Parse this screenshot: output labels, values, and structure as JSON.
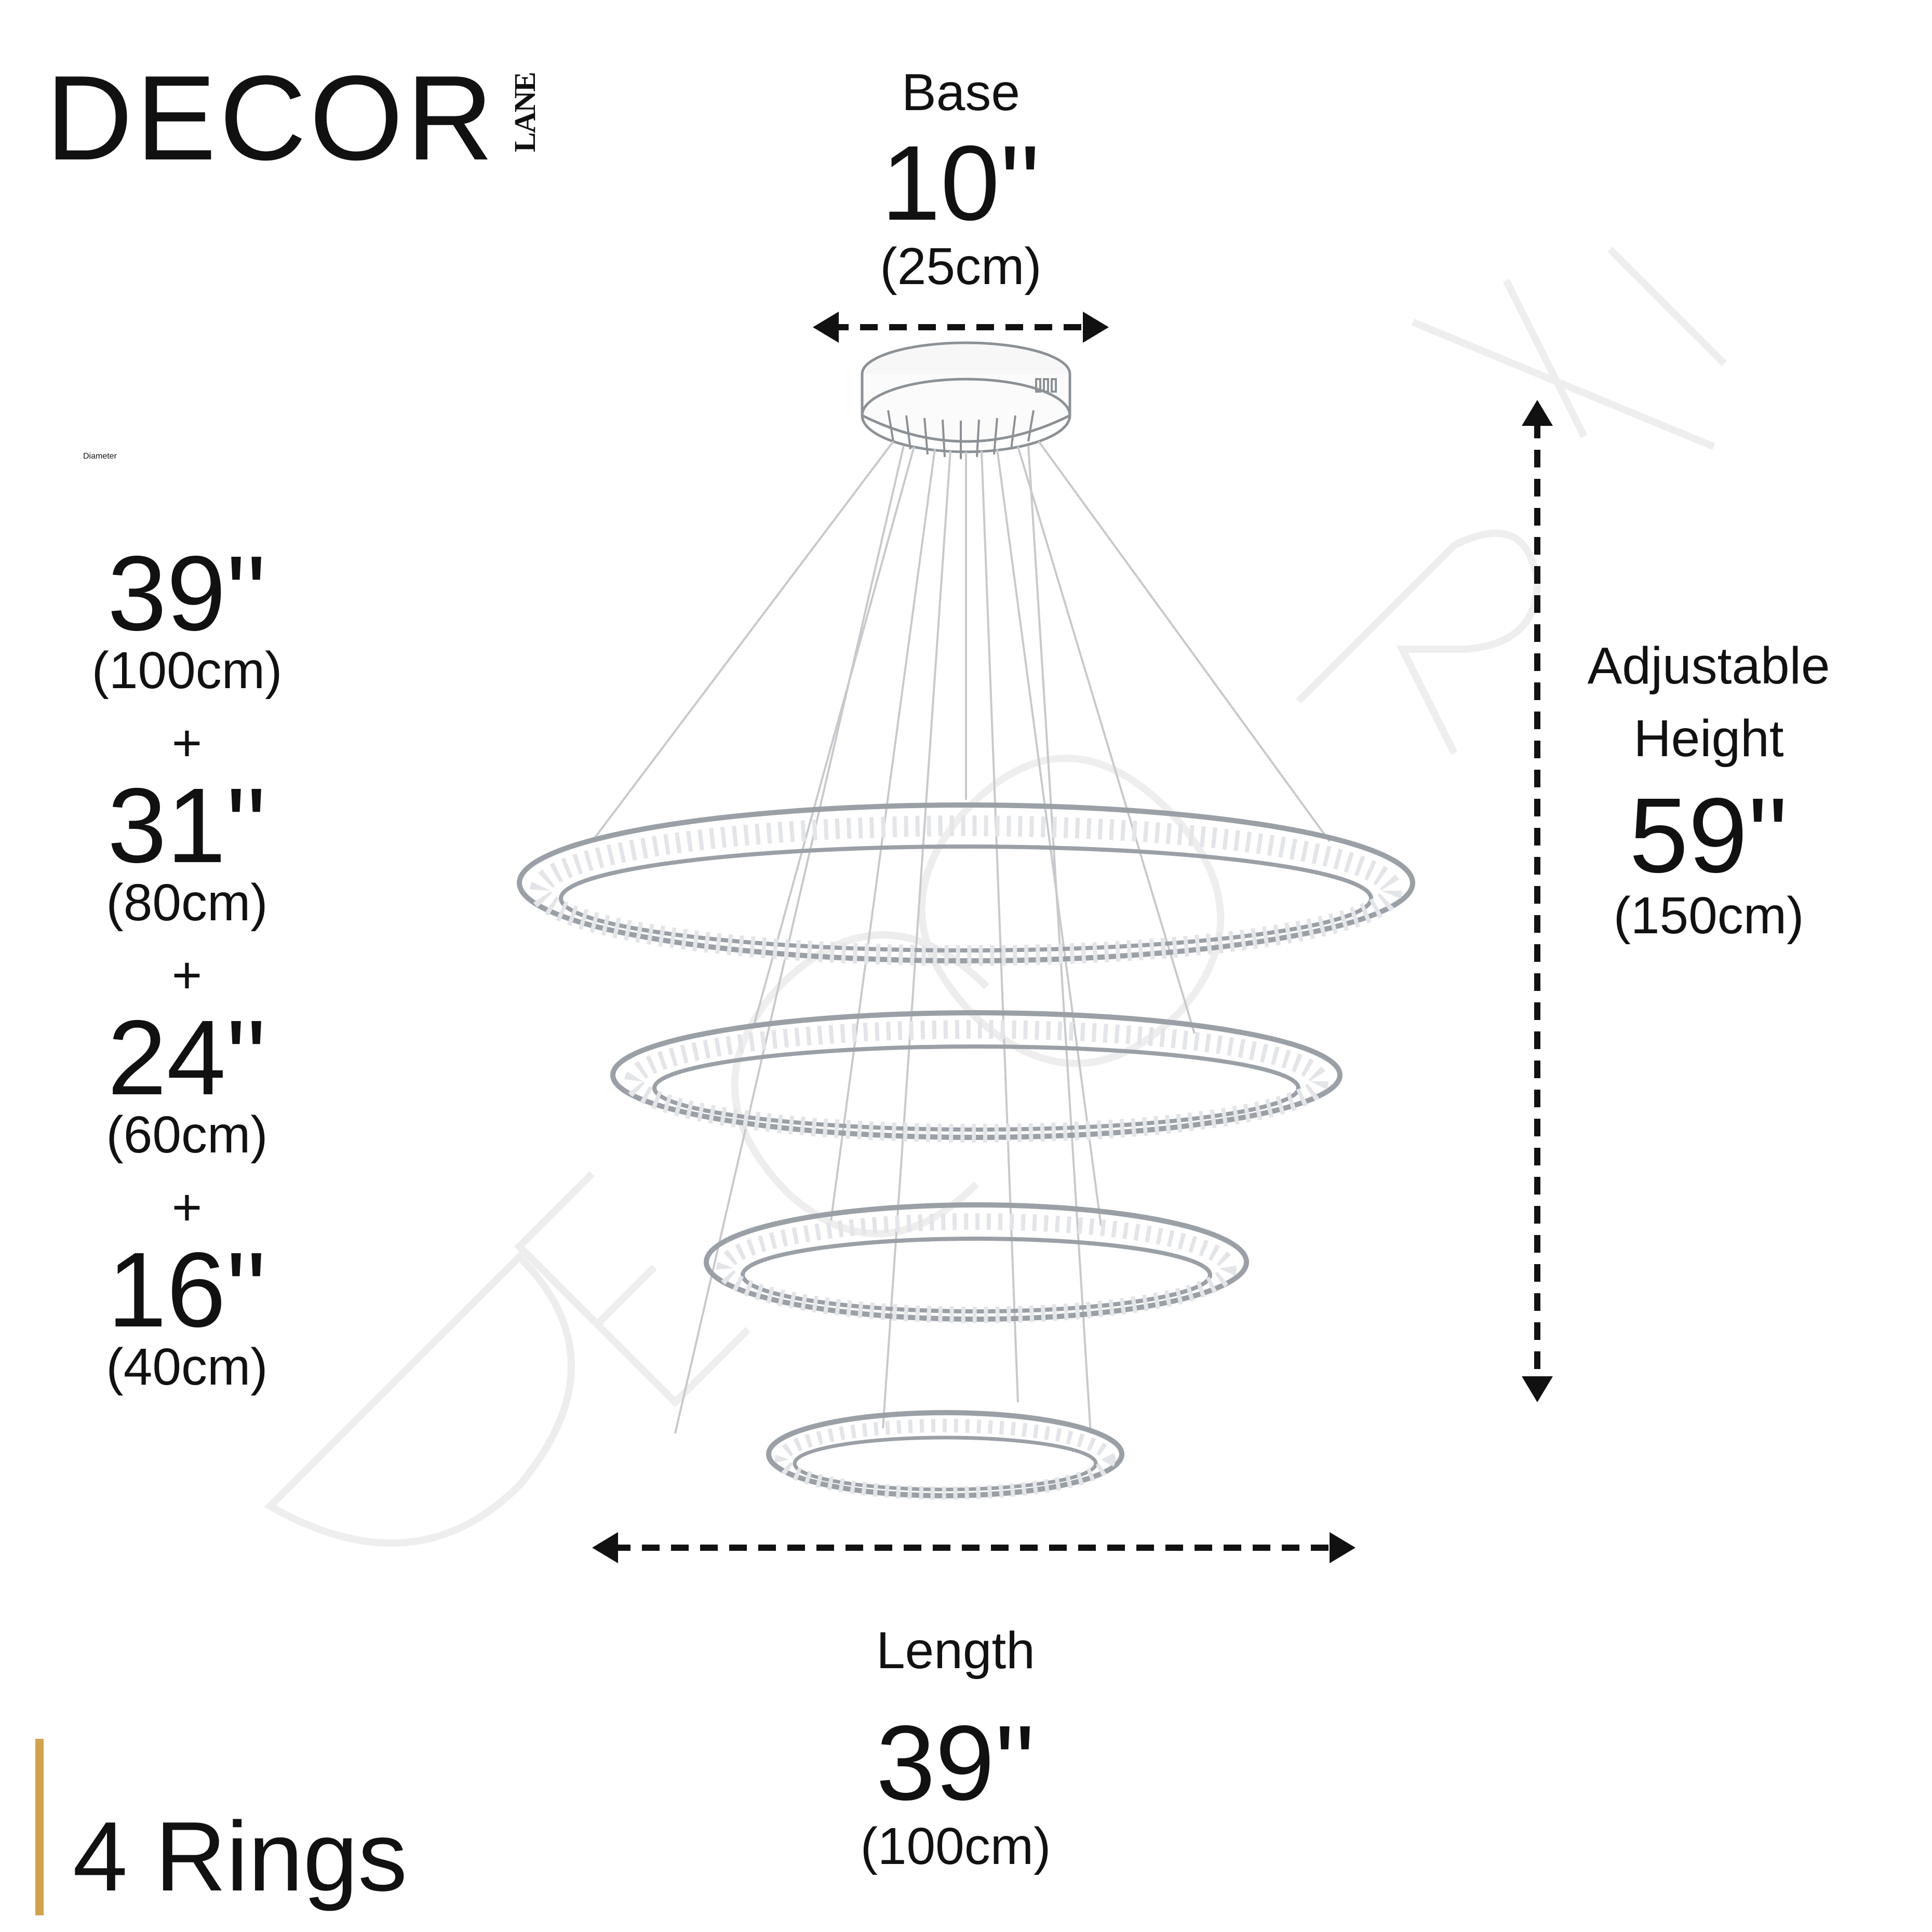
{
  "brand": {
    "name": "DECOR",
    "sub": "LANE"
  },
  "colors": {
    "accent": "#d4a24a",
    "text": "#111111",
    "ring": "#9aa0a6",
    "wire": "#c7c9cc",
    "watermark": "#ececec"
  },
  "base": {
    "label": "Base",
    "imperial": "10''",
    "metric": "(25cm)"
  },
  "diameter": {
    "label": "Diameter",
    "items": [
      {
        "imperial": "39''",
        "metric": "(100cm)"
      },
      {
        "imperial": "31''",
        "metric": "(80cm)"
      },
      {
        "imperial": "24''",
        "metric": "(60cm)"
      },
      {
        "imperial": "16''",
        "metric": "(40cm)"
      }
    ],
    "separator": "+"
  },
  "height": {
    "label_line1": "Adjustable",
    "label_line2": "Height",
    "imperial": "59''",
    "metric": "(150cm)"
  },
  "length": {
    "label": "Length",
    "imperial": "39''",
    "metric": "(100cm)"
  },
  "rings": {
    "label": "4 Rings"
  }
}
